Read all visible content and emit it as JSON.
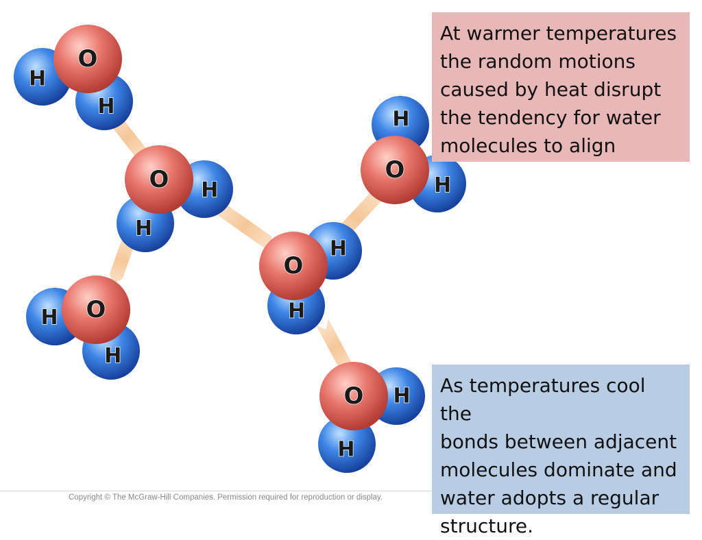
{
  "colors": {
    "oxygen": "#e36a63",
    "hydrogen": "#2f73d6",
    "bond": "#f5c89a",
    "warm_box_bg": "#e8b7b7",
    "cool_box_bg": "#b8cce4"
  },
  "atom_labels": {
    "oxygen": "O",
    "hydrogen": "H"
  },
  "captions": {
    "warm_lines": [
      "At warmer temperatures",
      "the random motions",
      "caused by heat disrupt",
      "the tendency for water",
      "molecules to align"
    ],
    "cool_lines": [
      "As temperatures cool the",
      "bonds between adjacent",
      "molecules dominate and",
      "water adopts a regular",
      "structure."
    ]
  },
  "copyright": "Copyright © The McGraw-Hill Companies. Permission required for reproduction or display."
}
